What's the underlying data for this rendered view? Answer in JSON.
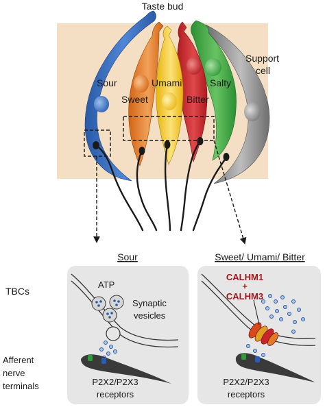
{
  "title": "Taste bud",
  "cells": {
    "sour": "Sour",
    "sweet": "Sweet",
    "umami": "Umami",
    "bitter": "Bitter",
    "salty": "Salty",
    "support_line1": "Support",
    "support_line2": "cell"
  },
  "panels": {
    "left_heading": "Sour",
    "right_heading": "Sweet/ Umami/ Bitter"
  },
  "side_labels": {
    "tbcs": "TBCs",
    "afferent_line1": "Afferent",
    "afferent_line2": "nerve",
    "afferent_line3": "terminals"
  },
  "left_panel": {
    "atp": "ATP",
    "vesicles_line1": "Synaptic",
    "vesicles_line2": "vesicles",
    "receptors_line1": "P2X2/P2X3",
    "receptors_line2": "receptors"
  },
  "right_panel": {
    "channel_line1": "CALHM1",
    "channel_plus": "+",
    "channel_line2": "CALHM3",
    "receptors_line1": "P2X2/P2X3",
    "receptors_line2": "receptors"
  },
  "colors": {
    "background_tissue": "#f4dfc4",
    "panel_bg": "#e6e6e6",
    "sour_cell": "#3a6fc0",
    "sweet_cell": "#e07a25",
    "umami_cell": "#f0c419",
    "bitter_cell": "#c8262b",
    "salty_cell": "#3da843",
    "support_cell": "#8a8a8a",
    "channel_red": "#a0171c",
    "vesicle_dot": "#2c5aa0",
    "receptor_green": "#2e9a3a",
    "receptor_blue": "#2a5cb8"
  }
}
